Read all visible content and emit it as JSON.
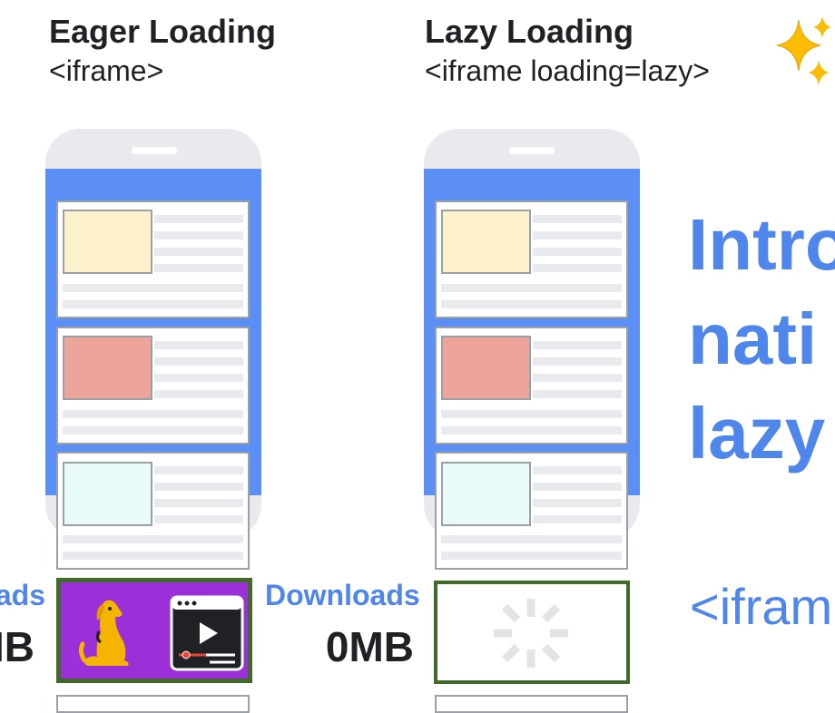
{
  "eager": {
    "title": "Eager Loading",
    "code": "<iframe>",
    "downloads_label": "ads",
    "downloads_value": "IB"
  },
  "lazy": {
    "title": "Lazy Loading",
    "code": "<iframe loading=lazy>",
    "downloads_label": "Downloads",
    "downloads_value": "0MB"
  },
  "headline": {
    "line1": "Intro",
    "line2": "nati",
    "line3": "lazy"
  },
  "iframe_snippet": "<ifram",
  "colors": {
    "accent_blue": "#4f86ec",
    "iframe_border": "#3f6a2a",
    "video_bg": "#9b30d9",
    "dog": "#f4b400",
    "card1": "#fdf2cc",
    "card2": "#eda59b",
    "card3": "#e9fbf8"
  },
  "icons": [
    "sparkles-icon",
    "dog-icon",
    "video-player-icon",
    "loading-spinner-icon"
  ]
}
